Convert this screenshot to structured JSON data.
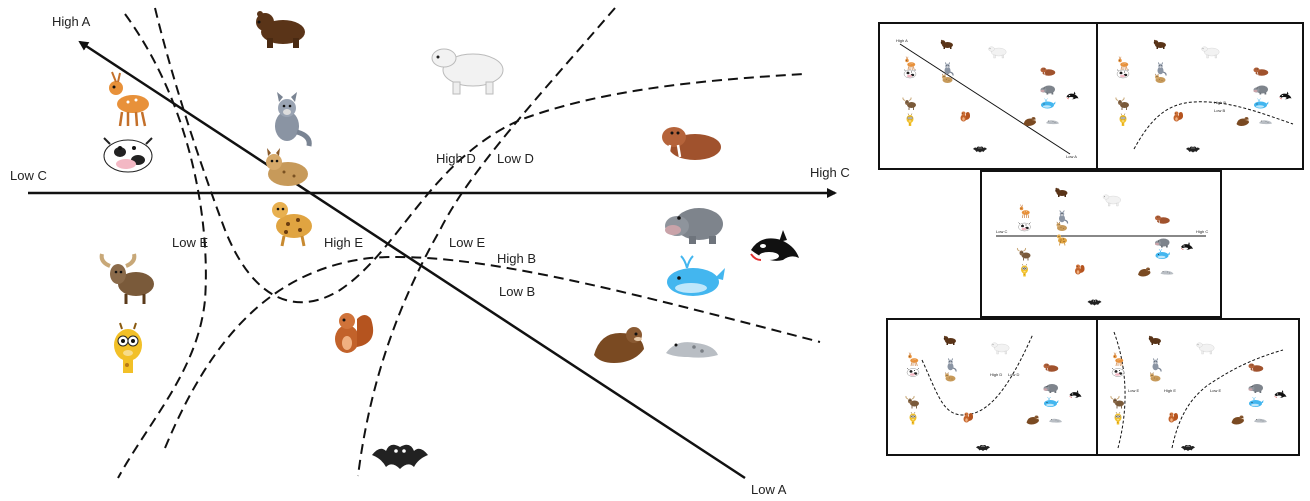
{
  "main": {
    "axis_labels": {
      "high_a": "High A",
      "low_a": "Low A",
      "low_c": "Low C",
      "high_c": "High C",
      "high_d": "High D",
      "low_d": "Low D",
      "low_e_left": "Low E",
      "high_e": "High E",
      "low_e_right": "Low E",
      "high_b": "High B",
      "low_b": "Low B"
    },
    "animals": [
      "bear",
      "polar-bear",
      "deer",
      "wolf",
      "cow",
      "lynx",
      "walrus",
      "leopard",
      "hippo",
      "orca",
      "whale",
      "moose",
      "squirrel",
      "giraffe",
      "otter",
      "seal",
      "bat"
    ]
  },
  "thumbnails": {
    "panel_a": {
      "high": "High A",
      "low": "Low A"
    },
    "panel_b": {
      "high": "High B",
      "low": "Low B"
    },
    "panel_c": {
      "low": "Low C",
      "high": "High C"
    },
    "panel_d": {
      "high": "High D",
      "low": "Low D"
    },
    "panel_e": {
      "low": "Low E",
      "high": "High E",
      "low2": "Low E"
    }
  },
  "colors": {
    "line": "#111111",
    "panel_border": "#111111",
    "background": "#ffffff"
  }
}
